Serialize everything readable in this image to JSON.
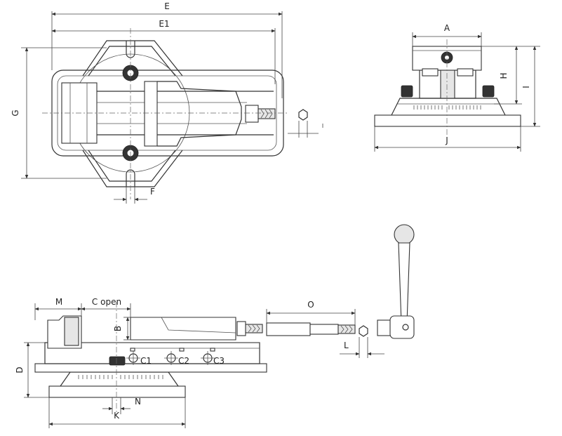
{
  "labels": {
    "E": "E",
    "E1": "E1",
    "G": "G",
    "F": "F",
    "A": "A",
    "H": "H",
    "I": "I",
    "J": "J",
    "M": "M",
    "C_open": "C open",
    "B": "B",
    "D": "D",
    "C1": "C1",
    "C2": "C2",
    "C3": "C3",
    "N": "N",
    "K": "K",
    "O": "O",
    "L": "L"
  },
  "colors": {
    "line": "#333333",
    "fill": "#e6e6e6",
    "background": "#ffffff"
  }
}
